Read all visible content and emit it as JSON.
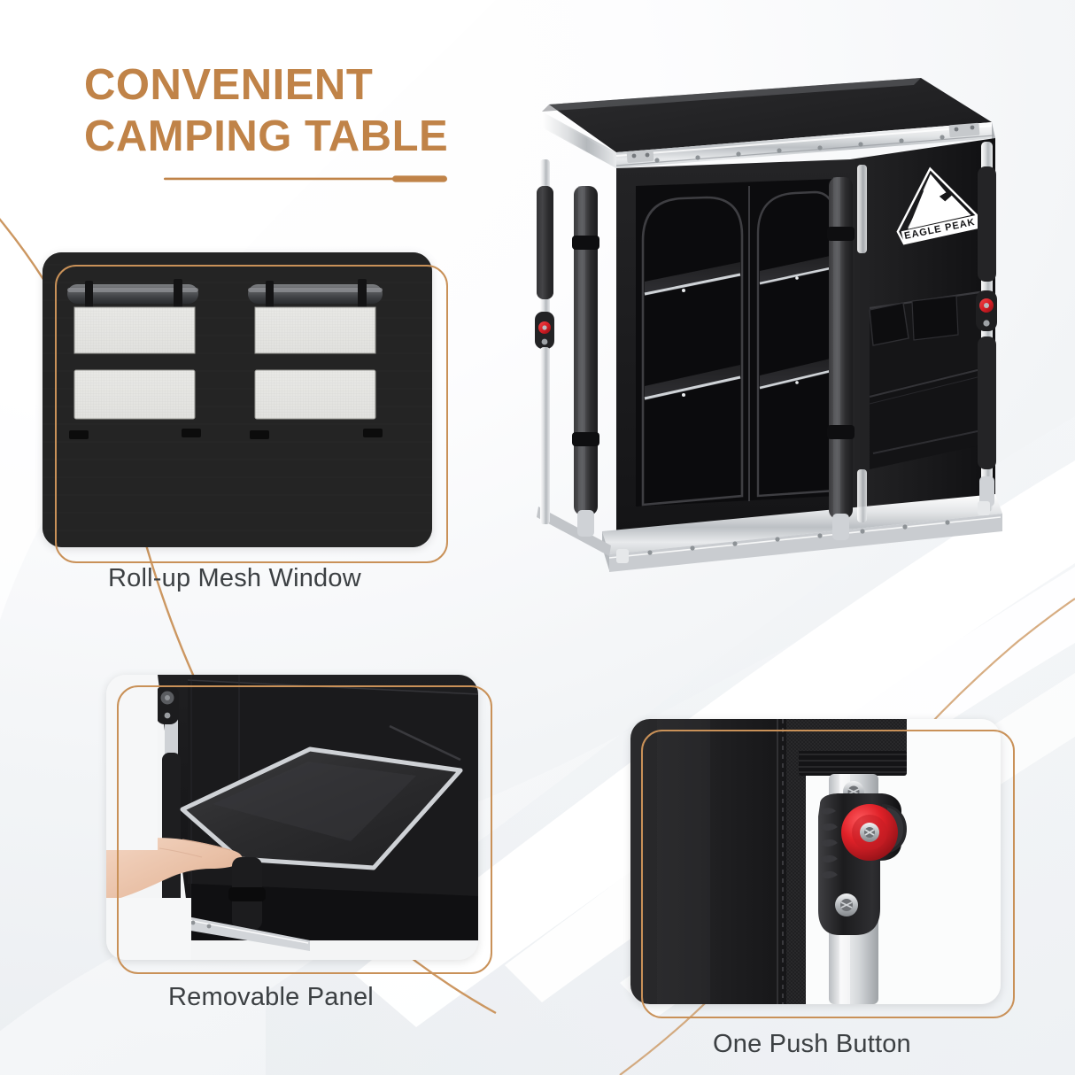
{
  "brand": "EAGLE PEAK",
  "colors": {
    "accent": "#c08348",
    "accent_border": "#c99158",
    "caption": "#3c4043",
    "fabric_black": "#1d1d1d",
    "aluminum": "#d9dbdd",
    "button_red": "#d81f26",
    "background": "#f2f4f6"
  },
  "headline": {
    "line1": "CONVENIENT",
    "line2": "CAMPING TABLE"
  },
  "hero": {
    "name": "folding camping table",
    "logo_text": "EAGLE PEAK",
    "alt": "Black folding camping kitchen table with aluminum frame, two arched compartments with shelves and a side pocket"
  },
  "features": [
    {
      "id": "mesh-window",
      "caption": "Roll-up Mesh Window",
      "alt": "Black fabric panel with two roll-up mesh windows"
    },
    {
      "id": "removable-panel",
      "caption": "Removable Panel",
      "alt": "Hand sliding out the removable shelf panel from the cabinet"
    },
    {
      "id": "push-button",
      "caption": "One Push Button",
      "alt": "Close up of the red one push button leg lock on the aluminum tube"
    }
  ]
}
